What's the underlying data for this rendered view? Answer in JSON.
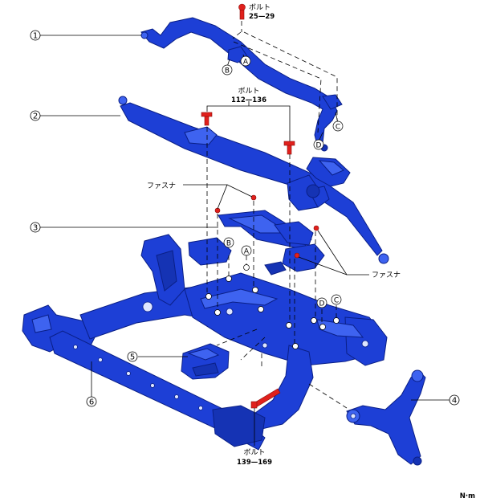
{
  "callouts": {
    "c1": "1",
    "c2": "2",
    "c3": "3",
    "c4": "4",
    "c5": "5",
    "c6": "6"
  },
  "letters": {
    "a": "A",
    "b": "B",
    "c": "C",
    "d": "D"
  },
  "labels": {
    "bolt_label": "ボルト",
    "bolt_top_torque": "25—29",
    "bolt_mid_torque": "112—136",
    "bolt_bottom_torque": "139—169",
    "fastener_label": "ファスナ",
    "unit": "N·m"
  },
  "colors": {
    "part_blue": "#1d3fd6",
    "bolt_red": "#e0201c"
  }
}
